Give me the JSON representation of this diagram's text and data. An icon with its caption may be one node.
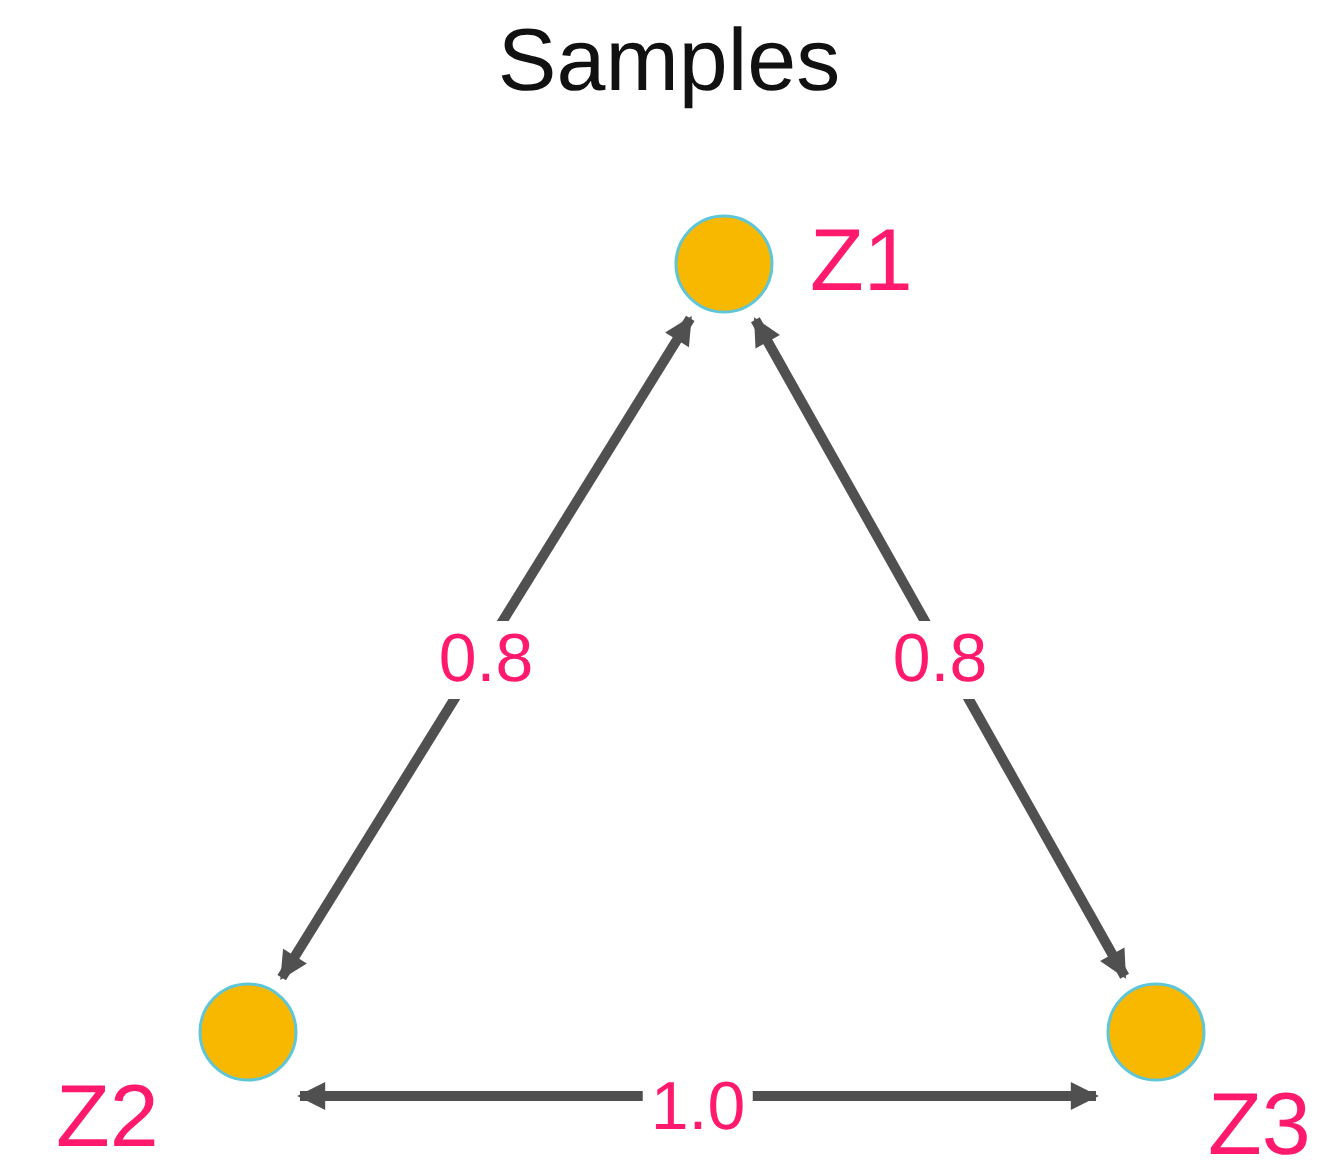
{
  "diagram": {
    "title": "Samples",
    "nodes": [
      {
        "text": [],
        "shape": "circle",
        "beside": [
          "Z1"
        ]
      },
      {
        "text": [],
        "shape": "circle",
        "beside": [
          "Z2"
        ]
      },
      {
        "text": [],
        "shape": "circle",
        "beside": [
          "Z3"
        ]
      }
    ],
    "edges": [
      {
        "from": 0,
        "to": 1,
        "arrow": "both",
        "label": "0.8"
      },
      {
        "from": 0,
        "to": 2,
        "arrow": "both",
        "label": "0.8"
      },
      {
        "from": 1,
        "to": 2,
        "arrow": "both",
        "label": "1.0"
      }
    ]
  }
}
